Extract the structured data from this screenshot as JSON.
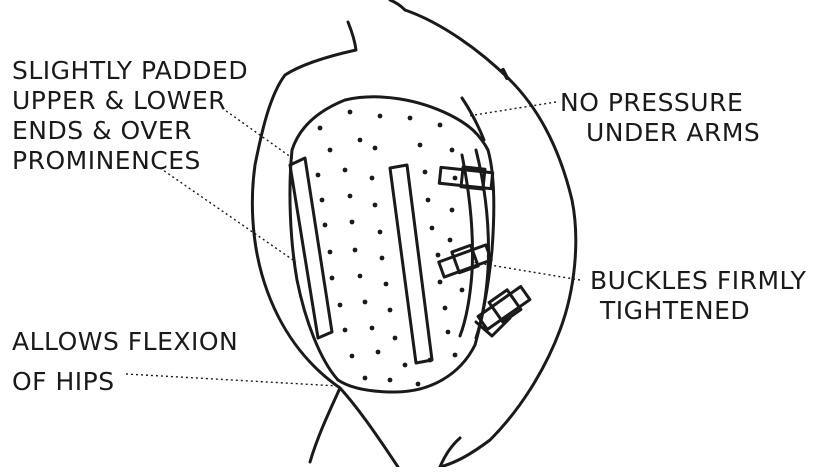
{
  "labels": {
    "padded": [
      "SLIGHTLY PADDED",
      "UPPER & LOWER",
      "ENDS & OVER",
      "PROMINENCES"
    ],
    "pressure": [
      "NO PRESSURE",
      "UNDER ARMS"
    ],
    "buckles": [
      "BUCKLES FIRMLY",
      "TIGHTENED"
    ],
    "flexion": [
      "ALLOWS FLEXION",
      "OF HIPS"
    ]
  },
  "colors": {
    "ink": "#1a1a1a",
    "paper": "#ffffff"
  }
}
